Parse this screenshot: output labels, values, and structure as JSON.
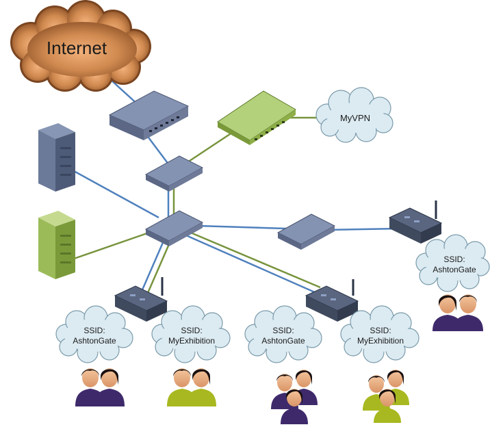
{
  "internet": {
    "label": "Internet"
  },
  "vpn": {
    "label": "MyVPN"
  },
  "clouds": [
    {
      "line1": "SSID:",
      "line2": "AshtonGate"
    },
    {
      "line1": "SSID:",
      "line2": "MyExhibition"
    },
    {
      "line1": "SSID:",
      "line2": "AshtonGate"
    },
    {
      "line1": "SSID:",
      "line2": "MyExhibition"
    },
    {
      "line1": "SSID:",
      "line2": "AshtonGate"
    }
  ],
  "colors": {
    "blue_link": "#4F81BD",
    "green_link": "#77933C",
    "device_blue": "#6B7A99",
    "device_green": "#9BBB59",
    "access_point": "#3F4A5E",
    "cloud_fill": "#DCEBF2",
    "internet_cloud": "#B5703A",
    "user_purple": "#3E2A6B",
    "user_green": "#A8B820"
  }
}
